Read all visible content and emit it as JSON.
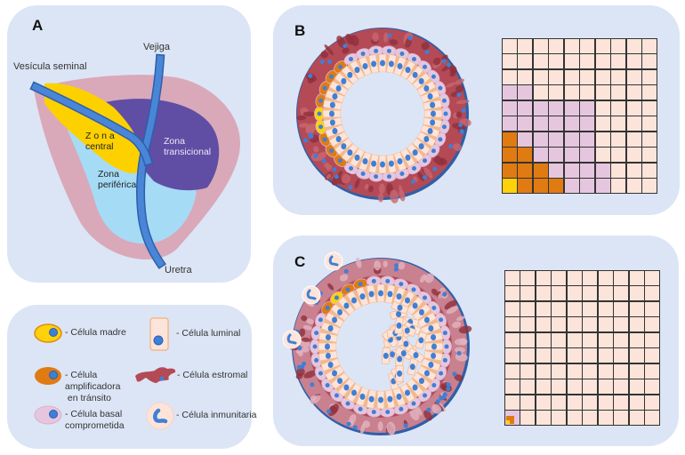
{
  "panels": {
    "a": {
      "label": "A",
      "labels": {
        "vejiga": "Vejiga",
        "vesicula": "Vesícula seminal",
        "uretra": "Uretra",
        "zona_central_1": "Z o n a",
        "zona_central_2": "central",
        "zona_periferica_1": "Zona",
        "zona_periferica_2": "periférica",
        "zona_transicional_1": "Zona",
        "zona_transicional_2": "transicional"
      }
    },
    "b": {
      "label": "B"
    },
    "c": {
      "label": "C"
    }
  },
  "legend": {
    "items": [
      {
        "key": "stem",
        "text": "- Célula madre"
      },
      {
        "key": "luminal",
        "text": "- Célula luminal"
      },
      {
        "key": "transit",
        "text": "- Célula\namplificadora\n en tránsito"
      },
      {
        "key": "stromal",
        "text": "- Célula estromal"
      },
      {
        "key": "basal",
        "text": "- Célula basal\ncomprometida"
      },
      {
        "key": "immune",
        "text": "- Célula inmunitaria"
      }
    ]
  },
  "colors": {
    "panel_bg": "#dce5f5",
    "stem": "#fdd20a",
    "transit": "#e07b12",
    "basal": "#e6c6de",
    "luminal": "#fde4da",
    "stroma": "#b34a55",
    "nucleus": "#3f7fd6",
    "urethra": "#4a86d8",
    "prostate_outer": "#d9a9b9",
    "central_zone": "#fdd000",
    "transition_zone": "#5f4ea4",
    "peripheral_zone": "#a6dbf6"
  },
  "grids": {
    "b": {
      "rows": [
        "LLLLLLLLLL",
        "LLLLLLLLLL",
        "LLLLLLLLLL",
        "BBLLLLLLLL",
        "BBBBBBLLLL",
        "BBBBBBLLLL",
        "TBBBBBLLLL",
        "TTBBBBLLLL",
        "TTTBBBBLLL",
        "STTTBBBLLL"
      ]
    },
    "c": {
      "rows": [
        "LLLLLLLLLL",
        "LLLLLLLLLL",
        "LLLLLLLLLL",
        "LLLLLLLLLL",
        "LLLLLLLLLL",
        "LLLLLLLLLL",
        "LLLLLLLLLL",
        "LLLLLLLLLL",
        "LLLLLLLLLL",
        "NLLLLLLLLL"
      ],
      "nested_cell_note": "N = basal cell containing transit and stem sub-squares"
    }
  }
}
